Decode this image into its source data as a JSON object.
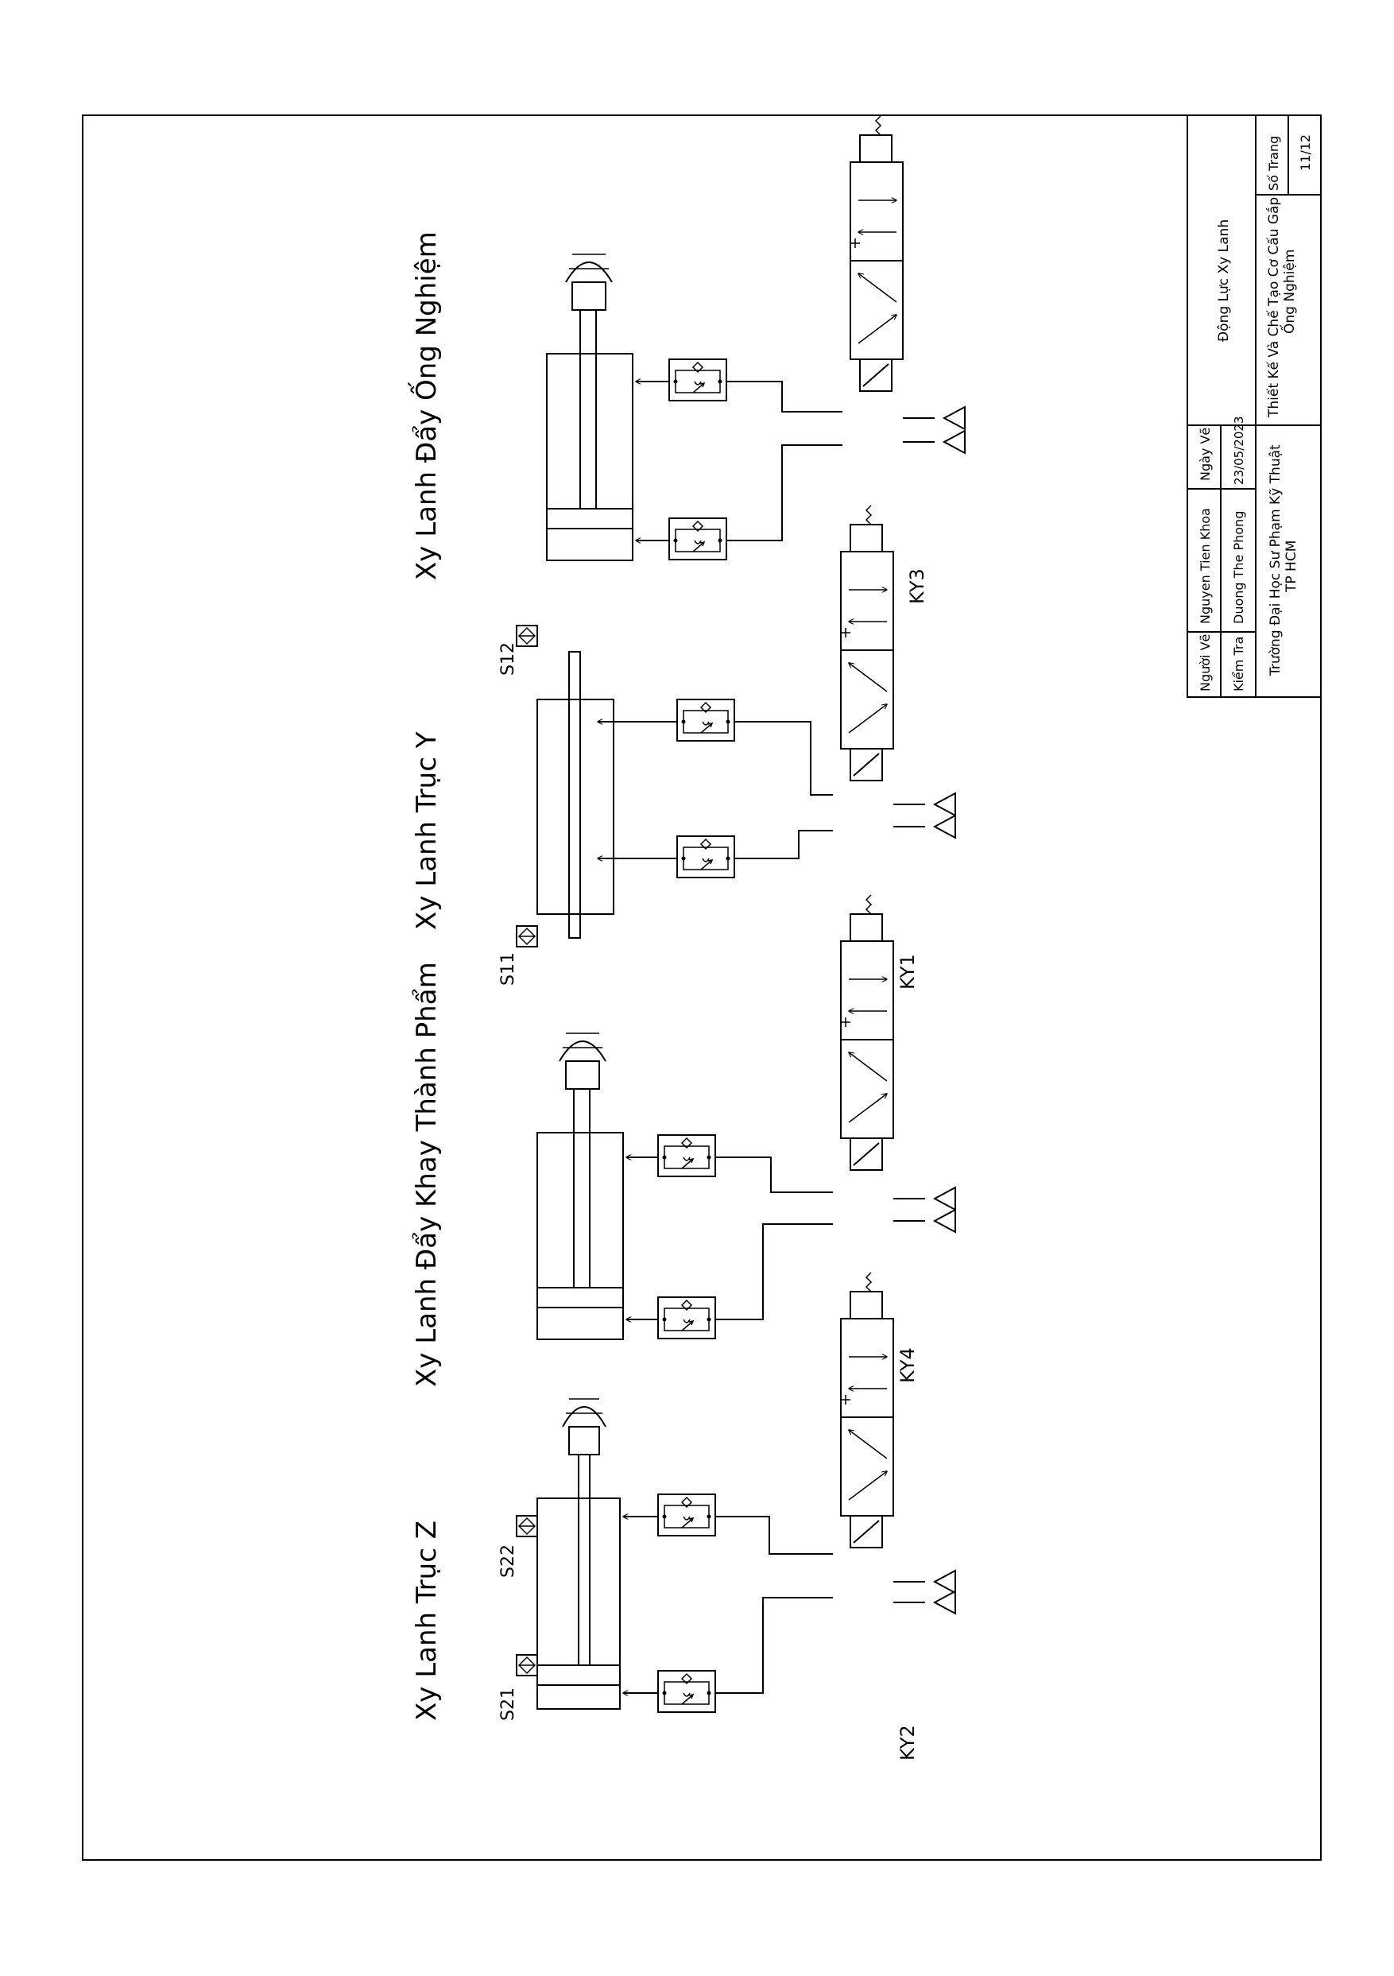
{
  "diagram": {
    "circuits": [
      {
        "title": "Xy Lanh Trục Z",
        "valve": "KY2",
        "sensors": [
          "S21",
          "S22"
        ]
      },
      {
        "title": "Xy Lanh Đẩy Khay Thành Phẩm",
        "valve": "KY4",
        "sensors": []
      },
      {
        "title": "Xy Lanh Trục Y",
        "valve": "KY1",
        "sensors": [
          "S11",
          "S12"
        ]
      },
      {
        "title": "Xy Lanh Đẩy Ống Nghiệm",
        "valve": "KY3",
        "sensors": []
      }
    ]
  },
  "title_block": {
    "drawn_by_label": "Người Vẽ",
    "drawn_by": "Nguyen Tien Khoa",
    "date_label": "Ngày Vẽ",
    "checked_by_label": "Kiểm Tra",
    "checked_by": "Duong The Phong",
    "date": "23/05/2023",
    "school_line1": "Trường Đại Học Sư Phạm Kỹ Thuật",
    "school_line2": "TP HCM",
    "project_line1": "Thiết Kế Và Chế Tạo Cơ Cấu Gắp",
    "project_line2": "Ống Nghiệm",
    "drawing_title": "Động Lực Xy Lanh",
    "page_label": "Số Trang",
    "page": "11/12"
  }
}
